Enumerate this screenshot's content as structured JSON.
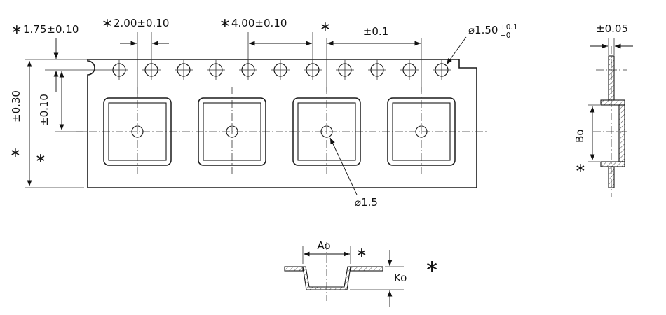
{
  "drawing": {
    "top_view": {
      "edge_to_hole": "1.75±0.10",
      "pocket_to_hole_pitch": "2.00±0.10",
      "sprocket_pitch": "4.00±0.10",
      "pocket_pitch_tolerance": "±0.1",
      "sprocket_hole_diameter": "⌀1.50",
      "sprocket_hole_dia_upper": "+0.1",
      "sprocket_hole_dia_lower": "−0",
      "tape_width_tolerance": "±0.30",
      "hole_to_pocket_center": "±0.10",
      "pocket_center_hole": "⌀1.5"
    },
    "side_view": {
      "thickness_tolerance": "±0.05",
      "pocket_width": "Bo"
    },
    "section_view": {
      "pocket_length": "Ao",
      "pocket_depth": "Ko"
    },
    "footnote_marker": "∗"
  }
}
